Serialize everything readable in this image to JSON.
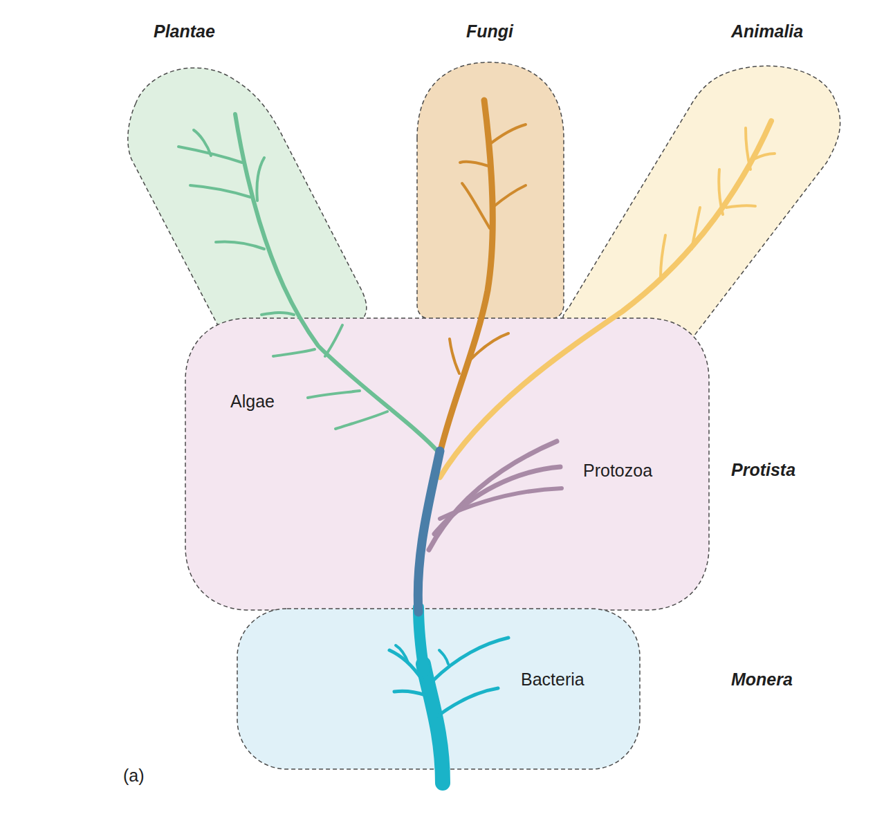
{
  "diagram": {
    "nodes": [
      {
        "text": [
          "Plantae"
        ]
      },
      {
        "text": [
          "Fungi"
        ]
      },
      {
        "text": [
          "Animalia"
        ]
      },
      {
        "text": [
          "Protista",
          "Algae",
          "Protozoa"
        ]
      },
      {
        "text": [
          "Monera",
          "Bacteria"
        ]
      }
    ],
    "labels": [
      "(a)"
    ]
  }
}
